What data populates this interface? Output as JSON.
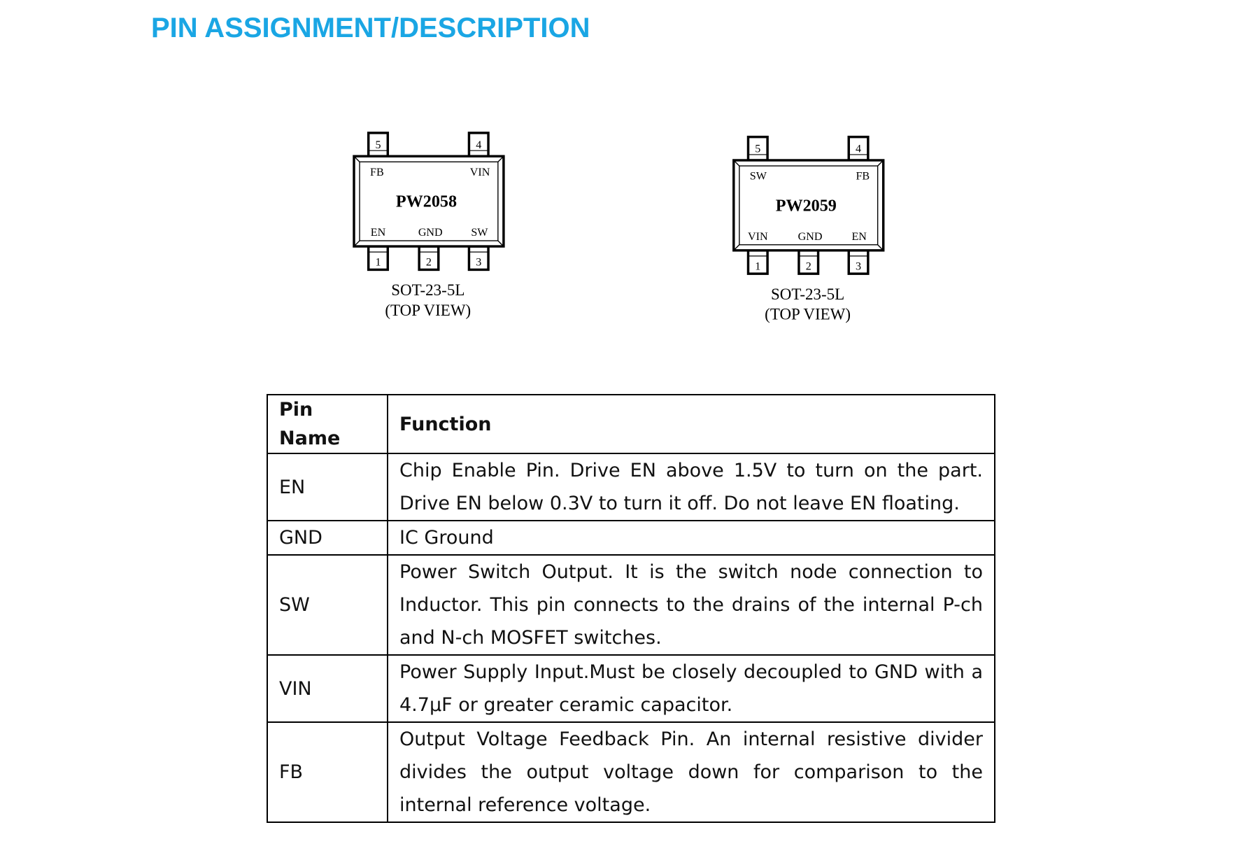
{
  "section_title": "PIN ASSIGNMENT/DESCRIPTION",
  "title_color": "#1aa6e4",
  "packages": [
    {
      "part": "PW2058",
      "top_labels": [
        "FB",
        "VIN"
      ],
      "bottom_labels": [
        "EN",
        "GND",
        "SW"
      ],
      "top_pins": [
        "5",
        "4"
      ],
      "bottom_pins": [
        "1",
        "2",
        "3"
      ],
      "package": "SOT-23-5L",
      "view": "(TOP VIEW)"
    },
    {
      "part": "PW2059",
      "top_labels": [
        "SW",
        "FB"
      ],
      "bottom_labels": [
        "VIN",
        "GND",
        "EN"
      ],
      "top_pins": [
        "5",
        "4"
      ],
      "bottom_pins": [
        "1",
        "2",
        "3"
      ],
      "package": "SOT-23-5L",
      "view": "(TOP VIEW)"
    }
  ],
  "table": {
    "headers": [
      "Pin Name",
      "Function"
    ],
    "rows": [
      {
        "pin": "EN",
        "function": "Chip Enable Pin. Drive EN above 1.5V to turn on the part. Drive EN below 0.3V to turn it off. Do not leave EN floating."
      },
      {
        "pin": "GND",
        "function": "IC Ground"
      },
      {
        "pin": "SW",
        "function": "Power Switch Output. It is the switch node connection to Inductor. This pin connects to the drains of the internal P-ch and N-ch MOSFET switches."
      },
      {
        "pin": "VIN",
        "function": "Power Supply Input.Must be closely decoupled to GND with a 4.7µF or greater ceramic capacitor."
      },
      {
        "pin": "FB",
        "function": "Output Voltage Feedback Pin. An internal resistive divider divides the output voltage down for comparison to the internal reference voltage."
      }
    ]
  }
}
